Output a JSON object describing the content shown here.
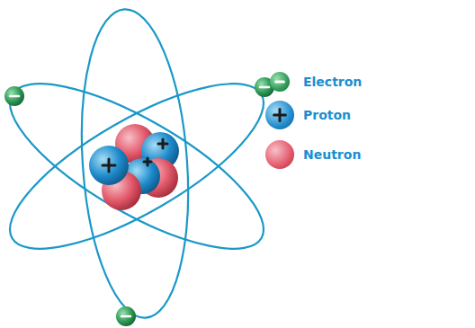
{
  "diagram": {
    "legend": [
      {
        "text": "Electron",
        "color": "#2f9a55"
      },
      {
        "text": "Proton",
        "color": "#1f8ccc"
      },
      {
        "text": "Neutron",
        "color": "#e2586a"
      }
    ]
  }
}
